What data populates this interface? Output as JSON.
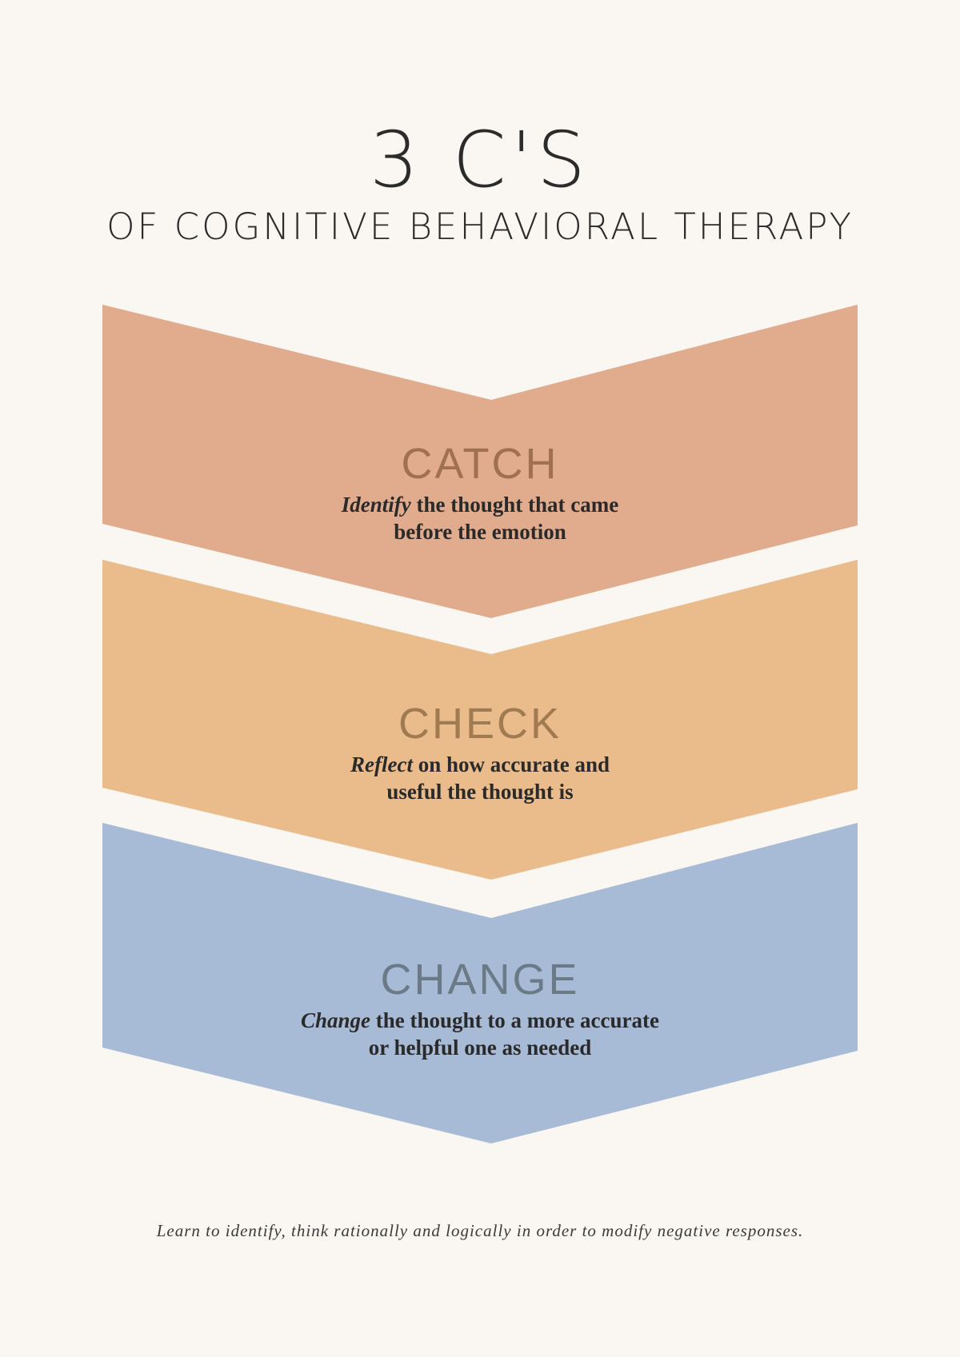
{
  "header": {
    "title": "3 C'S",
    "subtitle": "OF COGNITIVE BEHAVIORAL THERAPY"
  },
  "steps": [
    {
      "title": "CATCH",
      "emphasis": "Identify",
      "line1_rest": " the thought that came",
      "line2": "before the emotion",
      "fill_color": "#e1ab8d",
      "title_color": "#a0714f"
    },
    {
      "title": "CHECK",
      "emphasis": "Reflect",
      "line1_rest": " on how accurate and",
      "line2": "useful the thought is",
      "fill_color": "#eabb8b",
      "title_color": "#a07a50"
    },
    {
      "title": "CHANGE",
      "emphasis": "Change",
      "line1_rest": " the thought to a more accurate",
      "line2": "or helpful one as needed",
      "fill_color": "#a8bbd6",
      "title_color": "#6a7a86"
    }
  ],
  "footer": {
    "text": "Learn to identify, think rationally and logically in order to modify negative responses."
  }
}
